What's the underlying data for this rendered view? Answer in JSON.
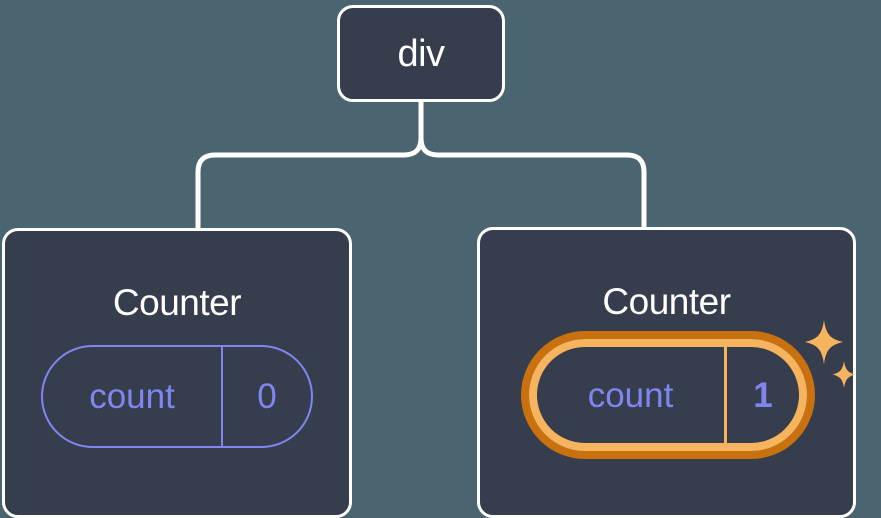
{
  "diagram": {
    "type": "component-tree",
    "description": "React component tree with a root div and two Counter children, the right one highlighted as re-rendered",
    "background_color": "#4b6570",
    "node_fill": "#363d4d",
    "node_border": "#ffffff",
    "state_color": "#8086f0",
    "highlight_outer_color": "#c9700f",
    "highlight_inner_color": "#f7b45f",
    "connector_color": "#ffffff"
  },
  "root": {
    "label": "div"
  },
  "children": [
    {
      "title": "Counter",
      "state": {
        "key": "count",
        "value": "0"
      },
      "highlighted": false
    },
    {
      "title": "Counter",
      "state": {
        "key": "count",
        "value": "1"
      },
      "highlighted": true,
      "sparkle_count": 2
    }
  ]
}
